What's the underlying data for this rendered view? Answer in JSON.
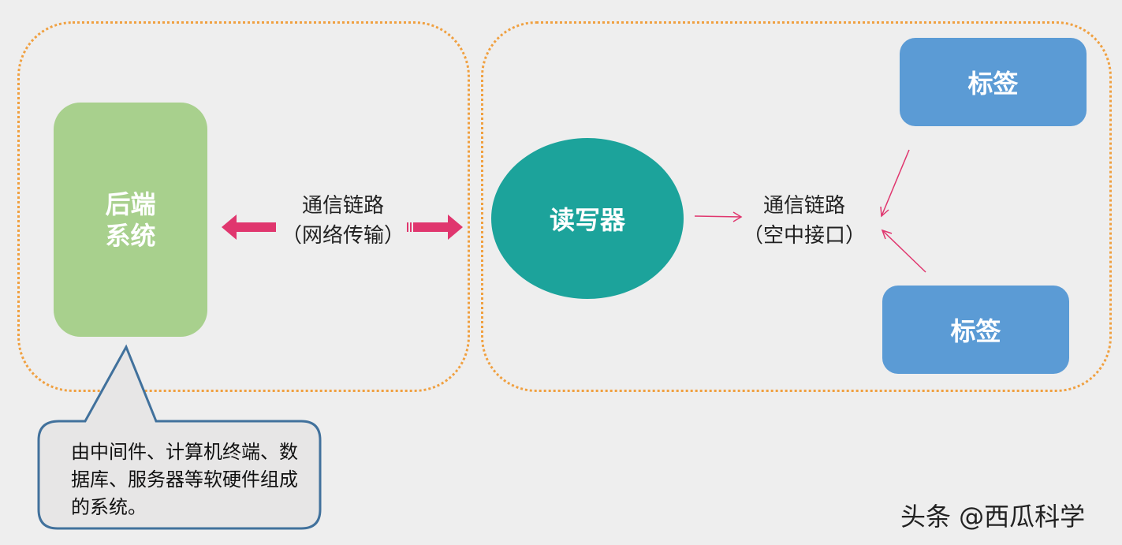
{
  "colors": {
    "background": "#eeeeee",
    "frame_border": "#f0a040",
    "backend_fill": "#a8d08d",
    "reader_fill": "#1ca39b",
    "tag_fill": "#5b9bd5",
    "network_arrow": "#e0366e",
    "air_arrow": "#e0366e",
    "callout_fill": "#e7e6e6",
    "callout_border": "#41719c"
  },
  "backend": {
    "line1": "后端",
    "line2": "系统"
  },
  "reader": {
    "label": "读写器"
  },
  "tags": [
    {
      "label": "标签"
    },
    {
      "label": "标签"
    }
  ],
  "network_link": {
    "line1": "通信链路",
    "line2": "（网络传输）"
  },
  "air_link": {
    "line1": "通信链路",
    "line2": "（空中接口）"
  },
  "callout": {
    "text": "由中间件、计算机终端、数据库、服务器等软硬件组成的系统。"
  },
  "watermark": "头条 @西瓜科学"
}
